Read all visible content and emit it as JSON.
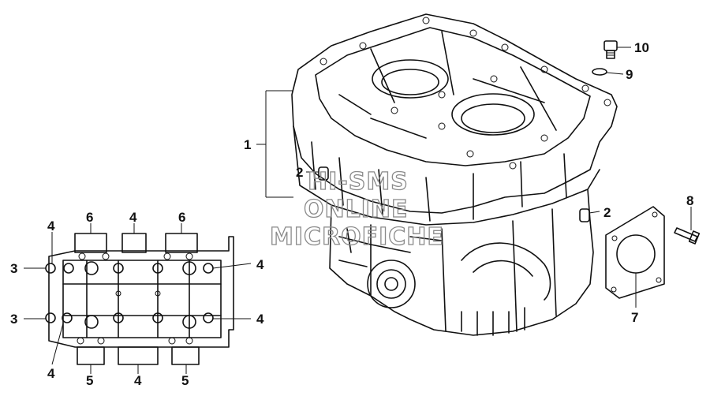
{
  "watermark": {
    "line1": "HI-SMS",
    "line2": "ONLINE",
    "line3": "MICROFICHE"
  },
  "callouts": {
    "c1": "1",
    "c2a": "2",
    "c2b": "2",
    "c3a": "3",
    "c3b": "3",
    "c4a": "4",
    "c4b": "4",
    "c4c": "4",
    "c4d": "4",
    "c4e": "4",
    "c4f": "4",
    "c5a": "5",
    "c5b": "5",
    "c6a": "6",
    "c6b": "6",
    "c7": "7",
    "c8": "8",
    "c9": "9",
    "c10": "10"
  }
}
